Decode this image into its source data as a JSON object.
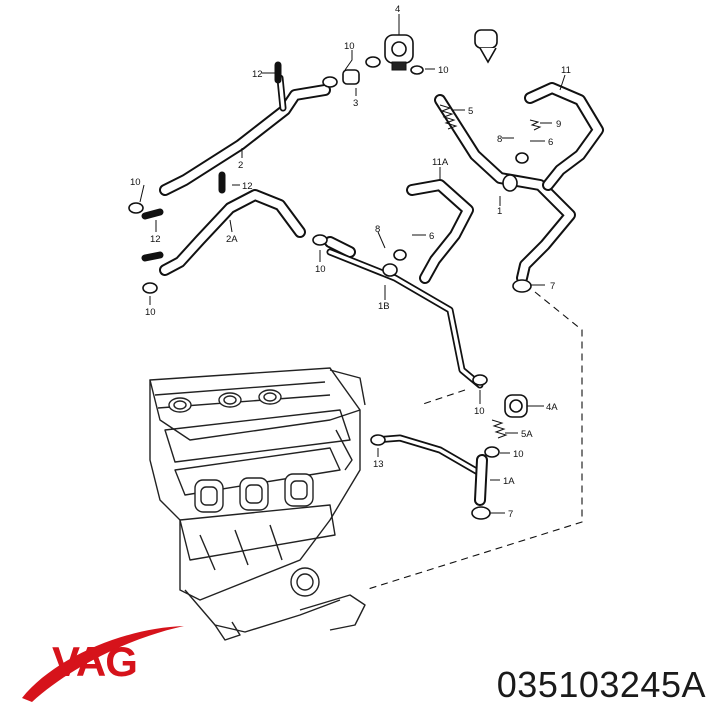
{
  "callouts": [
    {
      "id": "c-4",
      "text": "4"
    },
    {
      "id": "c-10a",
      "text": "10"
    },
    {
      "id": "c-10b",
      "text": "10"
    },
    {
      "id": "c-12a",
      "text": "12"
    },
    {
      "id": "c-3",
      "text": "3"
    },
    {
      "id": "c-11",
      "text": "11"
    },
    {
      "id": "c-5",
      "text": "5"
    },
    {
      "id": "c-9",
      "text": "9"
    },
    {
      "id": "c-8a",
      "text": "8"
    },
    {
      "id": "c-6a",
      "text": "6"
    },
    {
      "id": "c-2",
      "text": "2"
    },
    {
      "id": "c-11A",
      "text": "11A"
    },
    {
      "id": "c-10c",
      "text": "10"
    },
    {
      "id": "c-12b",
      "text": "12"
    },
    {
      "id": "c-1",
      "text": "1"
    },
    {
      "id": "c-12c",
      "text": "12"
    },
    {
      "id": "c-2A",
      "text": "2A"
    },
    {
      "id": "c-8b",
      "text": "8"
    },
    {
      "id": "c-6b",
      "text": "6"
    },
    {
      "id": "c-10d",
      "text": "10"
    },
    {
      "id": "c-7a",
      "text": "7"
    },
    {
      "id": "c-10e",
      "text": "10"
    },
    {
      "id": "c-1B",
      "text": "1B"
    },
    {
      "id": "c-10f",
      "text": "10"
    },
    {
      "id": "c-4A",
      "text": "4A"
    },
    {
      "id": "c-5A",
      "text": "5A"
    },
    {
      "id": "c-13",
      "text": "13"
    },
    {
      "id": "c-10g",
      "text": "10"
    },
    {
      "id": "c-1A",
      "text": "1A"
    },
    {
      "id": "c-7b",
      "text": "7"
    }
  ],
  "brand": {
    "name": "VAG",
    "color": "#d6131b"
  },
  "part_number": "035103245A"
}
